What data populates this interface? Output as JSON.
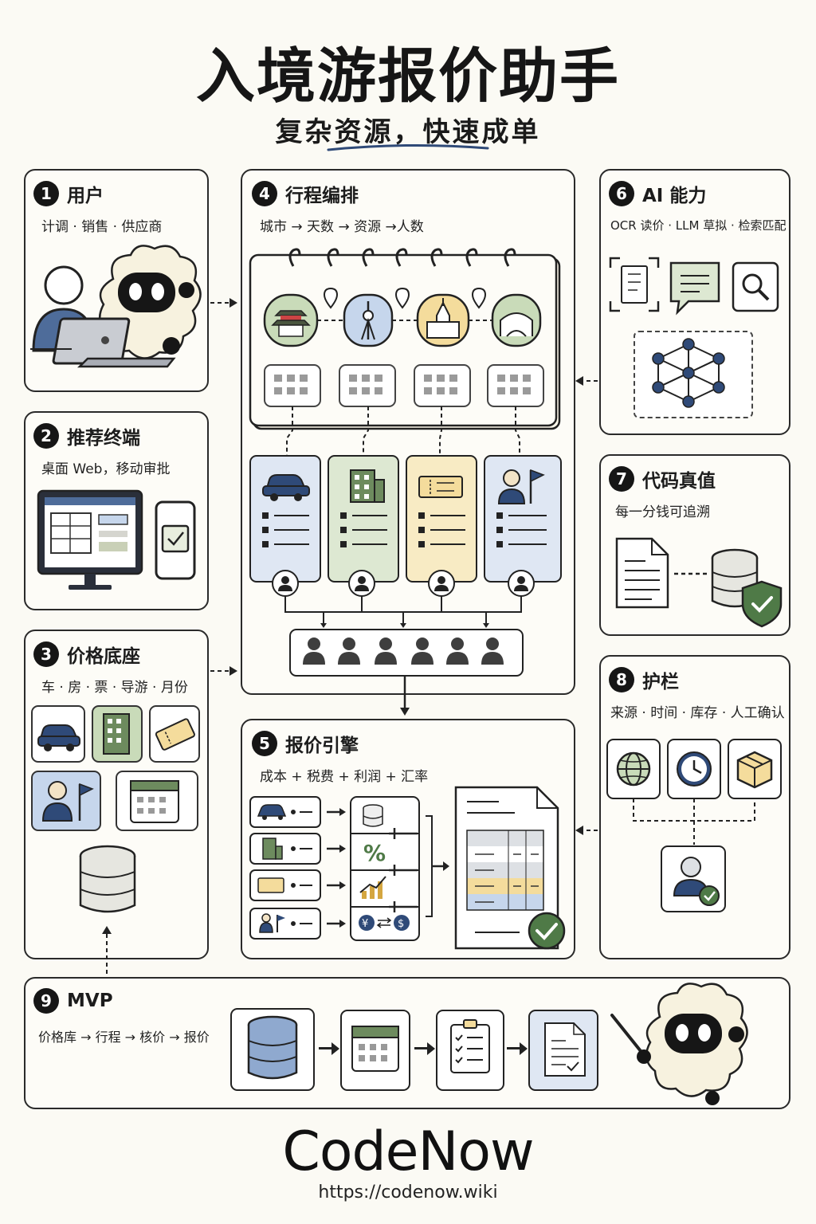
{
  "header": {
    "title": "入境游报价助手",
    "subtitle": "复杂资源，快速成单"
  },
  "panels": {
    "p1": {
      "num": "1",
      "title": "用户",
      "sub": "计调 · 销售 · 供应商"
    },
    "p2": {
      "num": "2",
      "title": "推荐终端",
      "sub": "桌面 Web，移动审批"
    },
    "p3": {
      "num": "3",
      "title": "价格底座",
      "sub": "车 · 房 · 票 · 导游 · 月份"
    },
    "p4": {
      "num": "4",
      "title": "行程编排",
      "sub": "城市 → 天数 → 资源 →人数"
    },
    "p5": {
      "num": "5",
      "title": "报价引擎",
      "sub": "成本 + 税费 + 利润 + 汇率"
    },
    "p6": {
      "num": "6",
      "title": "AI 能力",
      "sub": "OCR 读价 · LLM 草拟 · 检索匹配"
    },
    "p7": {
      "num": "7",
      "title": "代码真值",
      "sub": "每一分钱可追溯"
    },
    "p8": {
      "num": "8",
      "title": "护栏",
      "sub": "来源 · 时间 · 库存 · 人工确认"
    },
    "p9": {
      "num": "9",
      "title": "MVP",
      "sub": "价格库 → 行程 → 核价 → 报价"
    }
  },
  "footer": {
    "brand": "CodeNow",
    "url": "https://codenow.wiki"
  },
  "colors": {
    "green": "#c9dbb9",
    "blue": "#c6d6ec",
    "yellow": "#f4dc9c",
    "navy": "#2f4a78",
    "greenDark": "#4f7a47"
  },
  "icons": [
    "user-icon",
    "laptop-icon",
    "robot-mascot-icon",
    "monitor-icon",
    "phone-approve-icon",
    "car-icon",
    "hotel-icon",
    "ticket-icon",
    "guide-icon",
    "calendar-icon",
    "database-icon",
    "temple-icon",
    "tower-icon",
    "church-icon",
    "bridge-icon",
    "pin-icon",
    "ocr-doc-icon",
    "chat-icon",
    "search-icon",
    "network-icon",
    "document-icon",
    "shield-check-icon",
    "globe-icon",
    "clock-icon",
    "box-icon",
    "user-check-icon",
    "percent-icon",
    "chart-icon",
    "currency-exchange-icon",
    "checklist-icon",
    "quote-doc-icon",
    "pointer-icon"
  ]
}
